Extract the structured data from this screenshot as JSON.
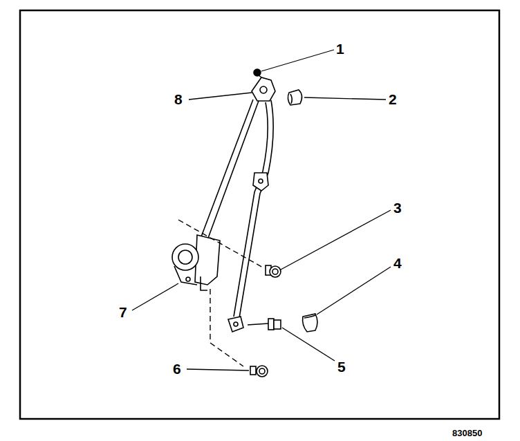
{
  "diagram": {
    "labels": [
      "1",
      "8",
      "2",
      "3",
      "4",
      "7",
      "5",
      "6",
      "830850"
    ]
  }
}
